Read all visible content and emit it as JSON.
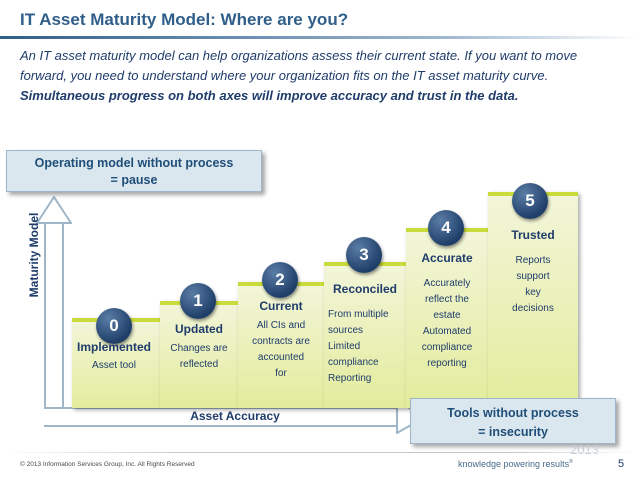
{
  "title": "IT Asset Maturity Model:  Where are you?",
  "intro": {
    "text": "An IT asset maturity model can help organizations assess their current state. If you want to move forward, you need to understand where your organization fits on the IT asset maturity curve.",
    "emphasis": "Simultaneous progress on both axes will improve accuracy and trust in the data."
  },
  "callout_top": {
    "line1": "Operating model without process",
    "line2": "= pause"
  },
  "callout_bottom": {
    "line1": "Tools without process",
    "line2": "= insecurity"
  },
  "axis": {
    "y_label": "Maturity Model",
    "x_label": "Asset Accuracy"
  },
  "levels": [
    {
      "number": "0",
      "name": "Implemented",
      "desc": "Asset tool"
    },
    {
      "number": "1",
      "name": "Updated",
      "desc": "Changes are\nreflected"
    },
    {
      "number": "2",
      "name": "Current",
      "desc": "All CIs and\ncontracts are\naccounted\nfor"
    },
    {
      "number": "3",
      "name": "Reconciled",
      "desc": "From multiple\nsources\nLimited\ncompliance\nReporting"
    },
    {
      "number": "4",
      "name": "Accurate",
      "desc": "Accurately\nreflect the\nestate\nAutomated\ncompliance\nreporting"
    },
    {
      "number": "5",
      "name": "Trusted",
      "desc": "Reports\nsupport\nkey\ndecisions"
    }
  ],
  "footer": {
    "copyright": "© 2013 Information Services Group, Inc. All Rights Reserved",
    "tagline": "knowledge powering results",
    "page": "5",
    "watermark": "2013"
  },
  "colors": {
    "title": "#2f5e8a",
    "text": "#1f3c6b",
    "step_fill": "#e3ec9c",
    "step_edge": "#cadc3b",
    "circle": "#1f3f69",
    "callout": "#dbe7ee"
  }
}
